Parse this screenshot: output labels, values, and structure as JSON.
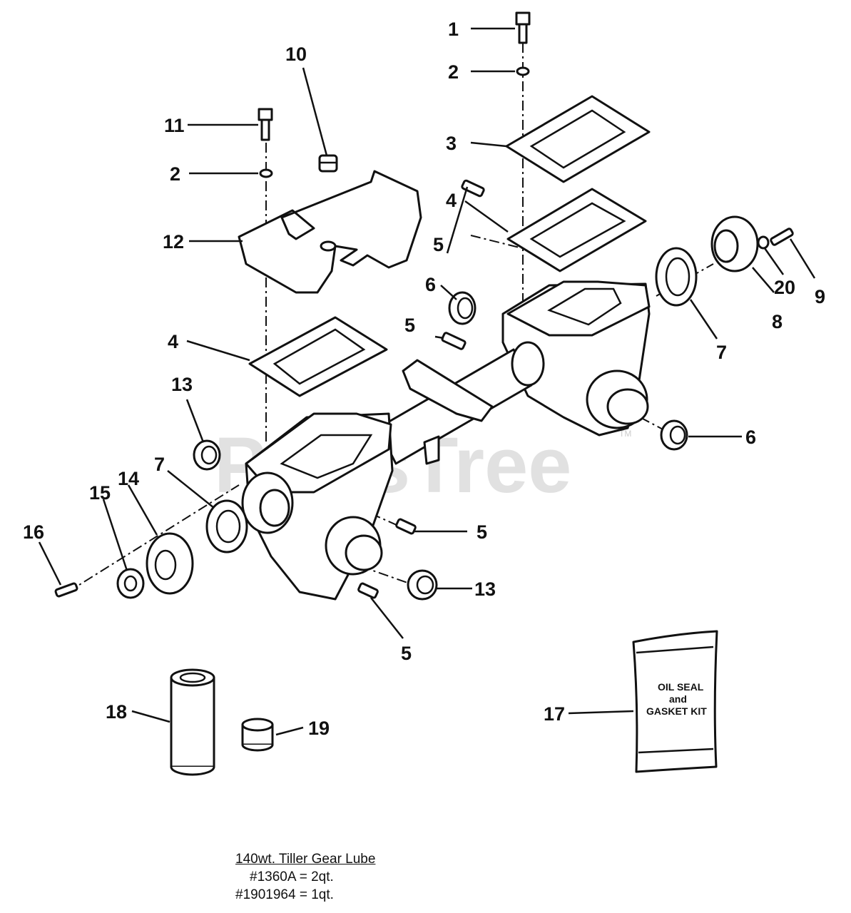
{
  "watermark": "PartsTree",
  "watermark_tm": "TM",
  "callouts": [
    "1",
    "2",
    "3",
    "4",
    "5",
    "6",
    "7",
    "8",
    "9",
    "10",
    "11",
    "12",
    "13",
    "14",
    "15",
    "16",
    "17",
    "18",
    "19",
    "20"
  ],
  "kit_label": {
    "line1": "OIL SEAL",
    "line2": "and",
    "line3": "GASKET KIT"
  },
  "lube_note": {
    "title": "140wt. Tiller Gear Lube",
    "line1": "#1360A = 2qt.",
    "line2": "#1901964 = 1qt."
  }
}
